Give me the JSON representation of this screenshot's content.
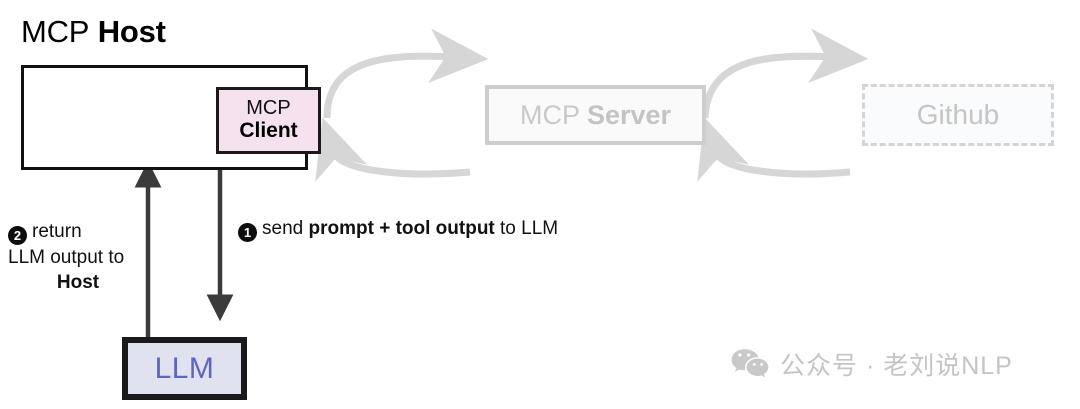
{
  "diagram": {
    "title_text": "MCP Host",
    "background": "#ffffff"
  },
  "host": {
    "title_regular": "MCP",
    "title_bold": "Host",
    "border_color": "#111111",
    "fill": "#ffffff"
  },
  "client": {
    "line1": "MCP",
    "line2": "Client",
    "fill": "#f6e2ee",
    "border_color": "#1a1a1a"
  },
  "server": {
    "label_regular": "MCP",
    "label_bold": "Server",
    "fill": "#fafafa",
    "border_color": "#cdcdcd",
    "text_color": "#c9c9c9"
  },
  "github": {
    "label": "Github",
    "fill": "#fafbfc",
    "border_color": "#d4d4d4",
    "border_style": "dashed",
    "text_color": "#c5c5c5"
  },
  "llm": {
    "label": "LLM",
    "fill": "#e0e2f0",
    "border_color": "#1a1a1a",
    "text_color": "#5c66c0"
  },
  "steps": [
    {
      "number": "1",
      "segments": [
        {
          "text": "send ",
          "bold": false
        },
        {
          "text": "prompt + tool output",
          "bold": true
        },
        {
          "text": " to LLM",
          "bold": false
        }
      ],
      "plain": "send prompt + tool output to LLM"
    },
    {
      "number": "2",
      "line1": "return",
      "line2": "LLM output to",
      "line3": "Host",
      "plain": "return LLM output to Host"
    }
  ],
  "arrows": {
    "color_solid": "#3b3b3b",
    "color_curved": "#d6d6d6",
    "up_arrow_name": "llm-to-host-arrow",
    "down_arrow_name": "host-to-llm-arrow"
  },
  "watermark": {
    "text": "公众号 · 老刘说NLP",
    "color": "#c4c4c4"
  }
}
